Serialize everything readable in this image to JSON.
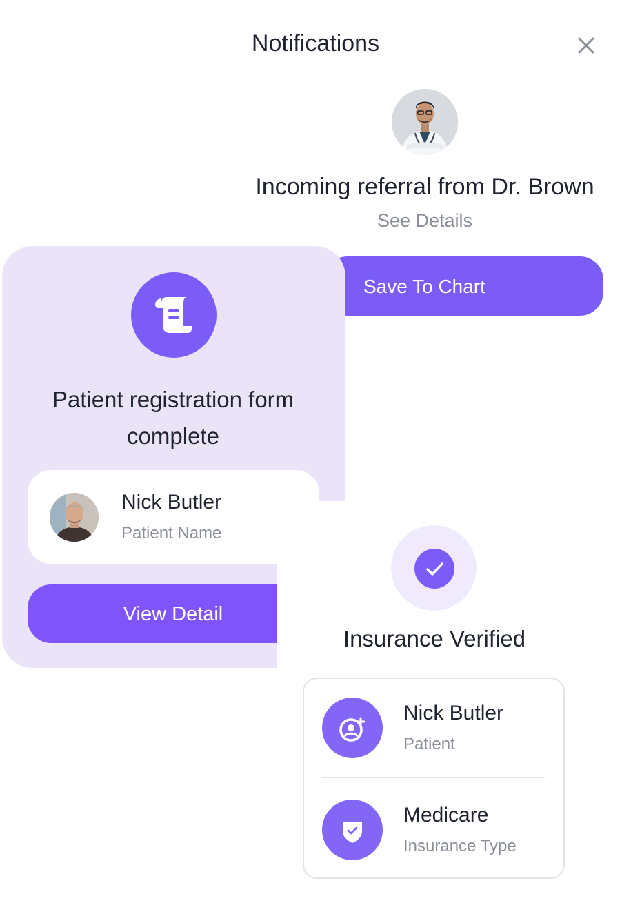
{
  "header": {
    "title": "Notifications",
    "close_icon": "close-icon"
  },
  "referral": {
    "title": "Incoming referral from Dr. Brown",
    "link": "See Details",
    "button": "Save To Chart",
    "avatar_icon": "doctor-avatar"
  },
  "registration": {
    "title_line1": "Patient registration form",
    "title_line2": "complete",
    "icon": "scroll-icon",
    "patient_name": "Nick Butler",
    "patient_label": "Patient Name",
    "button": "View Detail"
  },
  "insurance": {
    "title": "Insurance Verified",
    "icon": "check-icon",
    "rows": [
      {
        "name": "Nick Butler",
        "label": "Patient",
        "icon": "user-add-icon"
      },
      {
        "name": "Medicare",
        "label": "Insurance Type",
        "icon": "shield-check-icon"
      }
    ]
  },
  "colors": {
    "accent": "#7c5cf7",
    "card_bg": "#ebe4f8",
    "halo": "#efeafc",
    "muted_text": "#8a8f98",
    "dark_text": "#1f2430"
  }
}
